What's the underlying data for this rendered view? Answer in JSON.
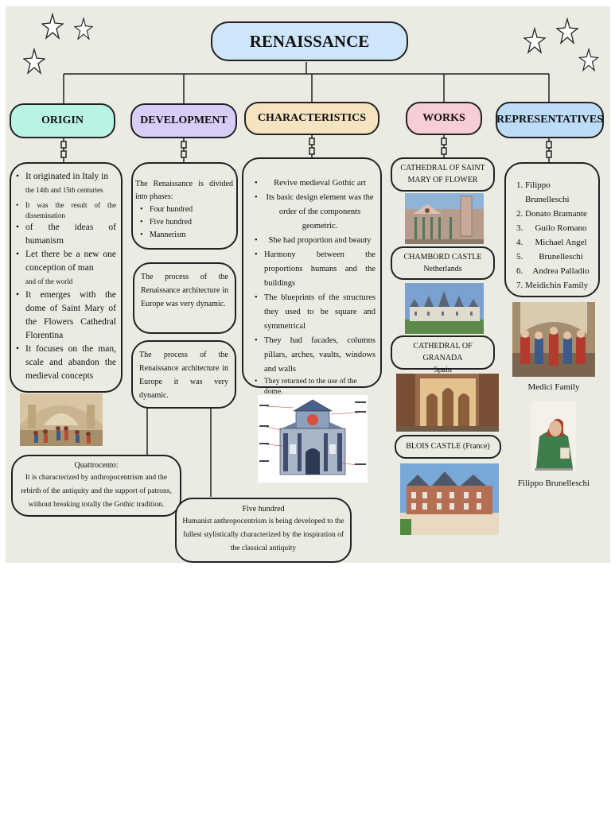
{
  "title": "RENAISSANCE",
  "colors": {
    "title_fill": "#cfe6fa",
    "origin_fill": "#b9f3e6",
    "development_fill": "#d9ccf6",
    "characteristics_fill": "#f6e3bf",
    "works_fill": "#f7cdd6",
    "representatives_fill": "#bddcf8",
    "background": "#ebebe4"
  },
  "headings": {
    "origin": "ORIGIN",
    "development": "DEVELOPMENT",
    "characteristics": "CHARACTERISTICS",
    "works": "WORKS",
    "representatives": "REPRESENTATIVES"
  },
  "origin": {
    "items": [
      {
        "main": "It originated in Italy in",
        "sub": "the 14th and 15th centuries"
      },
      {
        "main": "",
        "sub": "It was the result of the dissemination"
      },
      {
        "main": "of the ideas of humanism",
        "sub": ""
      },
      {
        "main": "Let there be a new one conception of man",
        "sub": "and of the world"
      },
      {
        "main": "It emerges with the dome of Saint Mary of the Flowers Cathedral Florentina",
        "sub": ""
      },
      {
        "main": "It focuses on the man, scale and abandon the medieval concepts",
        "sub": ""
      }
    ]
  },
  "development": {
    "phases_intro": "The Renaissance is divided into phases:",
    "phases": [
      "Four hundred",
      "Five hundred",
      "Mannerism"
    ],
    "process_1": "The process of the Renaissance architecture in Europe was very dynamic.",
    "process_2": "The process of the Renaissance architecture in Europe it was very dynamic.",
    "quattrocento_title": "Quattrocento:",
    "quattrocento_text": "It is characterized by anthropocentrism and the rebirth of the antiquity and the support of patrons, without breaking totally the Gothic tradition.",
    "five_hundred_title": "Five hundred",
    "five_hundred_text": "Humanist anthropocentrism is being developed to the fullest stylistically characterized by the inspiration of the classical antiquity"
  },
  "characteristics": {
    "items": [
      "Revive medieval Gothic art",
      "Its basic design element was the order of the components geometric.",
      "She had proportion and beauty",
      "Harmony between the proportions humans and the buildings",
      "The blueprints of the structures they used to be square and symmetrical",
      "They had facades, columns pillars, arches, vaults, windows and walls",
      "They returned to the use of the dome."
    ]
  },
  "works": {
    "items": [
      {
        "name": "CATHEDRAL OF SAINT MARY OF FLOWER",
        "place": ""
      },
      {
        "name": "CHAMBORD CASTLE",
        "place": "Netherlands"
      },
      {
        "name": "CATHEDRAL OF GRANADA",
        "place": "Spain"
      },
      {
        "name": "BLOIS CASTLE (France)",
        "place": ""
      }
    ]
  },
  "representatives": {
    "items": [
      "Filippo Brunelleschi",
      "Donato Bramante",
      "Guilo Romano",
      "Michael Angel",
      "Brunelleschi",
      "Andrea Palladio",
      "Meidichin Family"
    ],
    "caption_1": "Medici Family",
    "caption_2": "Filippo Brunelleschi"
  }
}
